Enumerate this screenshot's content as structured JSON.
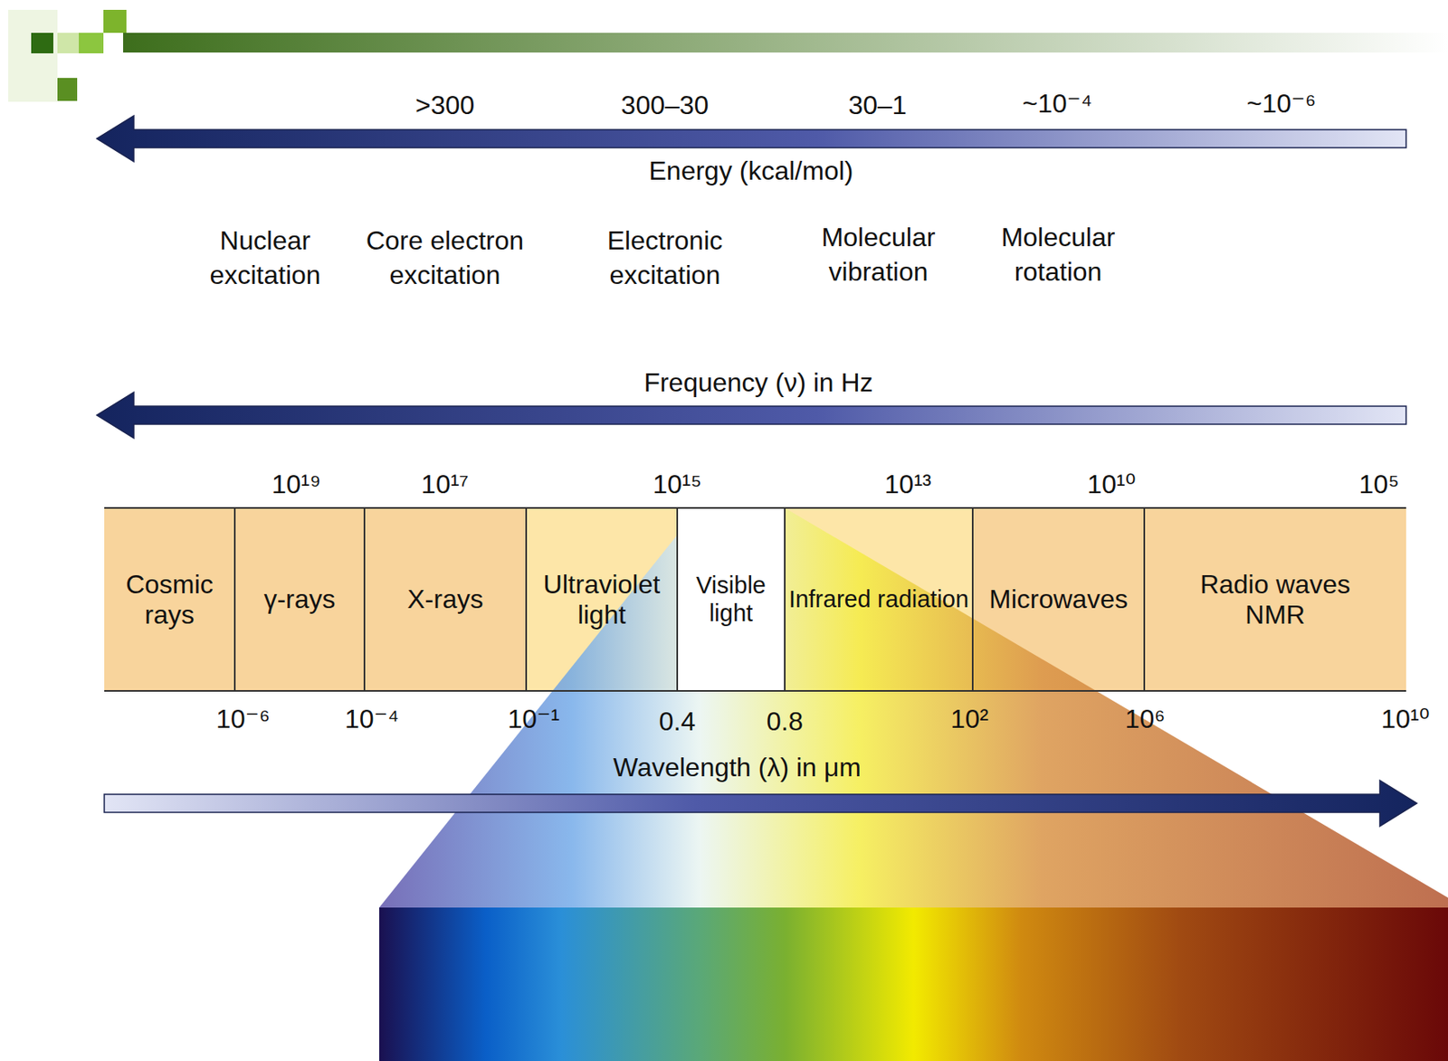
{
  "diagram": {
    "nodes": [
      {
        "text": [
          "Cosmic rays"
        ]
      },
      {
        "text": [
          "γ-rays"
        ]
      },
      {
        "text": [
          "X-rays"
        ]
      },
      {
        "text": [
          "Ultraviolet light"
        ]
      },
      {
        "text": [
          "Visible light"
        ]
      },
      {
        "text": [
          "Infrared radiation"
        ]
      },
      {
        "text": [
          "Microwaves"
        ]
      },
      {
        "text": [
          "Radio waves NMR"
        ]
      }
    ],
    "labels": [
      ">300",
      "300–30",
      "30–1",
      "~10⁻⁴",
      "~10⁻⁶",
      "Energy (kcal/mol)",
      "Nuclear excitation",
      "Core electron excitation",
      "Electronic excitation",
      "Molecular vibration",
      "Molecular rotation",
      "Frequency (ν) in Hz",
      "10¹⁹",
      "10¹⁷",
      "10¹⁵",
      "10¹³",
      "10¹⁰",
      "10⁵",
      "10⁻⁶",
      "10⁻⁴",
      "10⁻¹",
      "0.4",
      "0.8",
      "10²",
      "10⁶",
      "10¹⁰",
      "Wavelength (λ) in μm"
    ]
  }
}
